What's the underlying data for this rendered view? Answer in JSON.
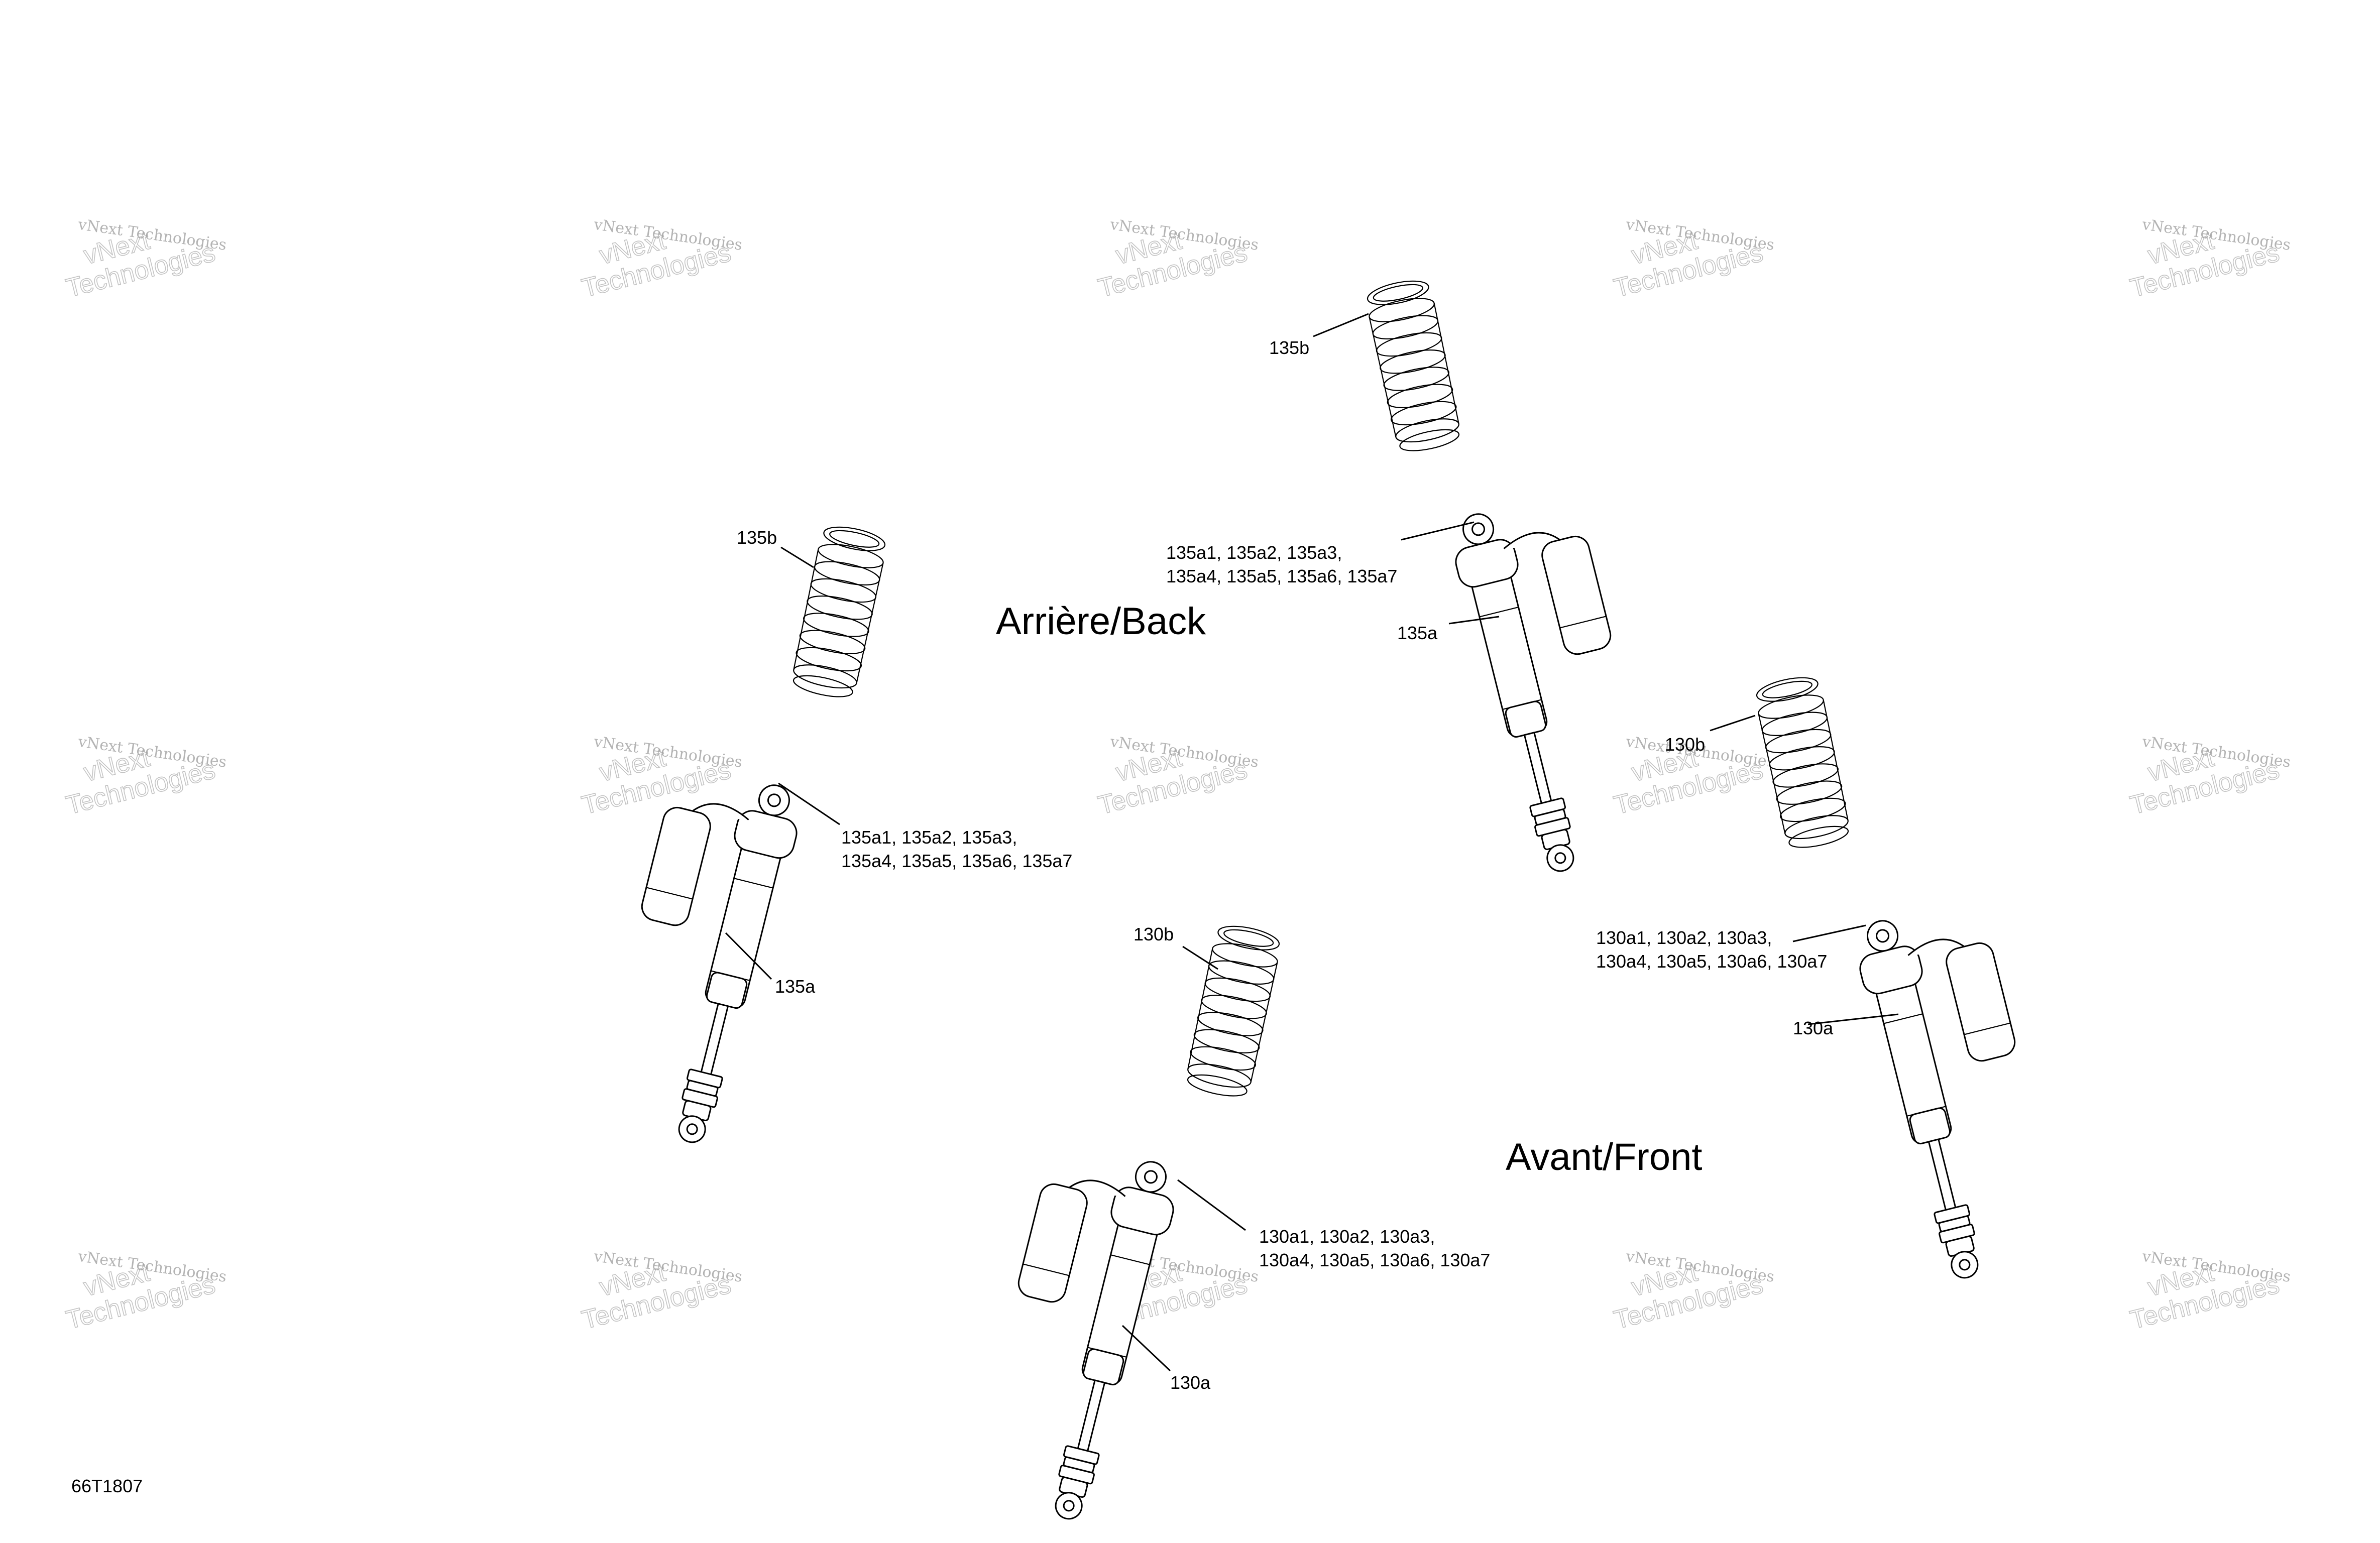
{
  "diagram": {
    "code": "66T1807",
    "section_labels": {
      "rear": "Arrière/Back",
      "front": "Avant/Front"
    },
    "watermark": {
      "line1": "vNext Technologies",
      "line2": "vNext Technologies"
    },
    "callouts": {
      "spring_rear": "135b",
      "shock_rear": "135a",
      "shock_rear_variants_1": "135a1, 135a2, 135a3,",
      "shock_rear_variants_2": "135a4, 135a5, 135a6, 135a7",
      "spring_front": "130b",
      "shock_front": "130a",
      "shock_front_variants_1": "130a1, 130a2, 130a3,",
      "shock_front_variants_2": "130a4, 130a5, 130a6, 130a7"
    }
  }
}
